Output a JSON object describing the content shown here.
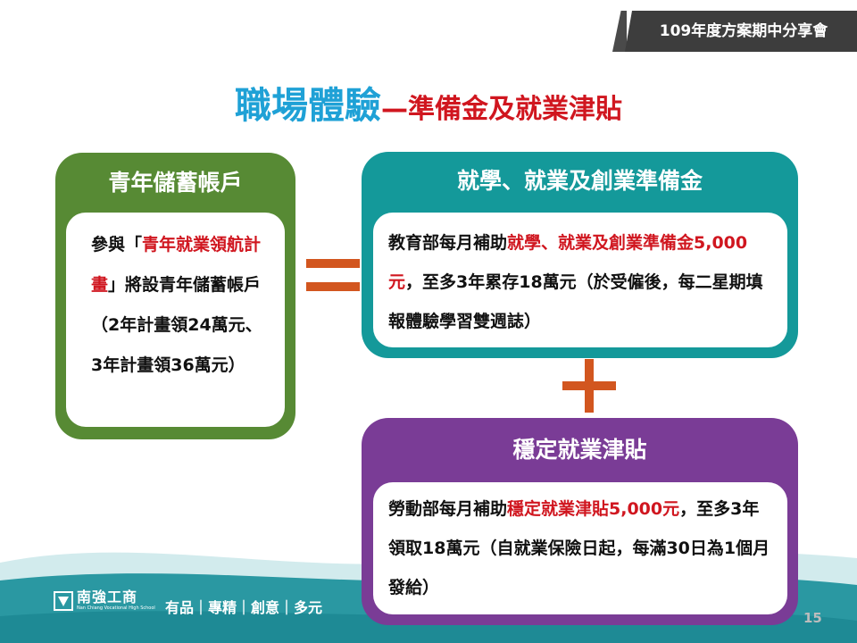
{
  "header": {
    "event": "109年度方案期中分享會"
  },
  "title": {
    "main": "職場體驗",
    "dash": "—",
    "sub": "準備金及就業津貼"
  },
  "savings": {
    "heading": "青年儲蓄帳戶",
    "body": [
      {
        "text": "參與「",
        "red": false
      },
      {
        "text": "青年就業領航計畫",
        "red": true
      },
      {
        "text": "」將設青年儲蓄帳戶（2年計畫領24萬元、3年計畫領36萬元）",
        "red": false
      }
    ]
  },
  "fund": {
    "heading": "就學、就業及創業準備金",
    "body": [
      {
        "text": "教育部每月補助",
        "red": false
      },
      {
        "text": "就學、就業及創業準備金5,000元",
        "red": true
      },
      {
        "text": "，至多3年累存18萬元（於受僱後，每二星期填報體驗學習雙週誌）",
        "red": false
      }
    ]
  },
  "allowance": {
    "heading": "穩定就業津貼",
    "body": [
      {
        "text": "勞動部每月補助",
        "red": false
      },
      {
        "text": "穩定就業津貼5,000元",
        "red": true
      },
      {
        "text": "，至多3年領取18萬元（自就業保險日起，每滿30日為1個月發給）",
        "red": false
      }
    ]
  },
  "footer": {
    "school_name": "南強工商",
    "school_en": "Nan Chiang Vocational High School",
    "motto": "有品｜專精｜創意｜多元",
    "page": "15"
  },
  "colors": {
    "title_blue": "#1fa1d6",
    "accent_red": "#d0161f",
    "green": "#578a34",
    "teal": "#14999a",
    "purple": "#7a3c96",
    "operator_orange": "#d2561f",
    "footer_teal": "#1e8a95"
  },
  "icons": {
    "logo": "school-logo-icon"
  }
}
